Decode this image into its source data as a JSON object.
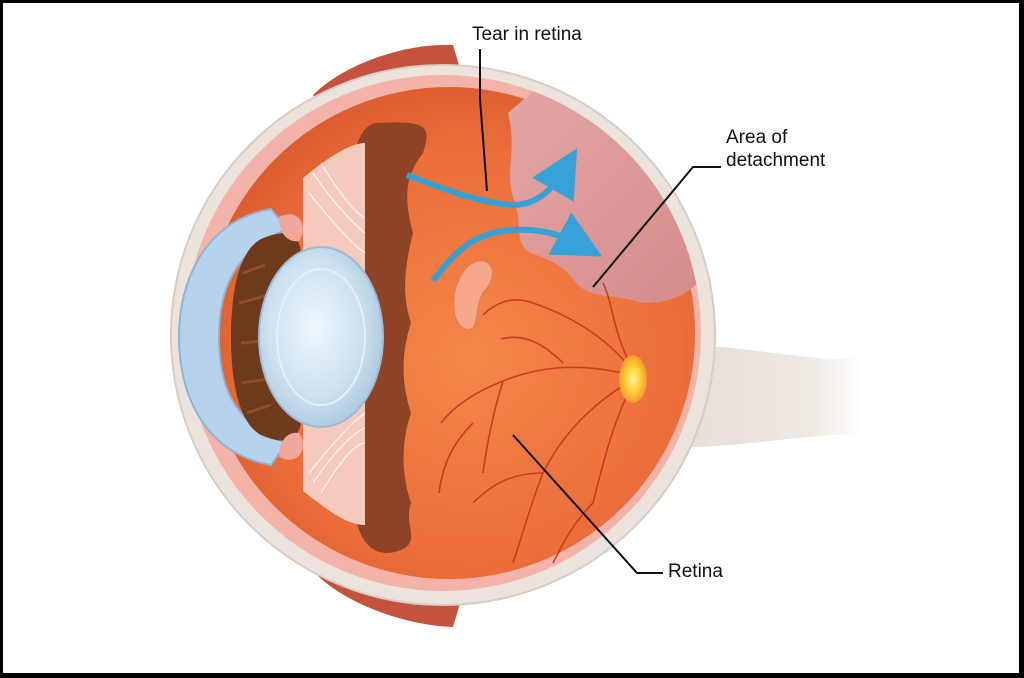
{
  "labels": {
    "tear": "Tear in retina",
    "area_line1": "Area of",
    "area_line2": "detachment",
    "retina": "Retina"
  },
  "colors": {
    "background": "#ffffff",
    "frame": "#000000",
    "sclera": "#ece3dc",
    "muscle": "#c4523c",
    "retina": "#ee7440",
    "detached_retina": "#dc9a98",
    "iris": "#6e3a1c",
    "lens": "#c7dbeb",
    "cornea": "#b7d3ec",
    "choroid": "#8e4226",
    "vessel": "#c1331a",
    "optic_disc": "#ffd23a",
    "fluid_arrow": "#2ea3dc",
    "leader_line": "#111111"
  }
}
